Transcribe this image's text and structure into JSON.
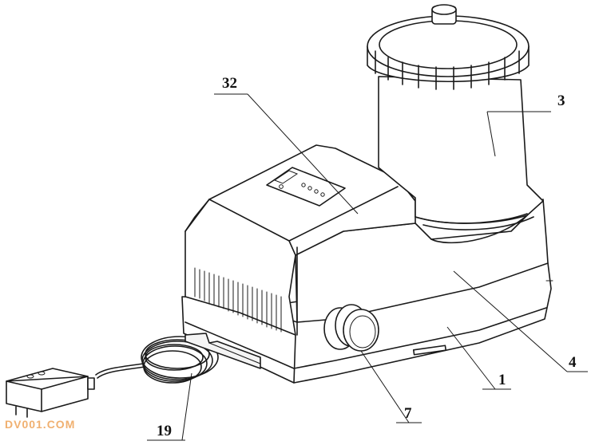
{
  "labels": [
    {
      "id": "label-32",
      "text": "32"
    },
    {
      "id": "label-3",
      "text": "3"
    },
    {
      "id": "label-4",
      "text": "4"
    },
    {
      "id": "label-1",
      "text": "1"
    },
    {
      "id": "label-7",
      "text": "7"
    },
    {
      "id": "label-19",
      "text": "19"
    }
  ],
  "watermark": "DV001.COM"
}
